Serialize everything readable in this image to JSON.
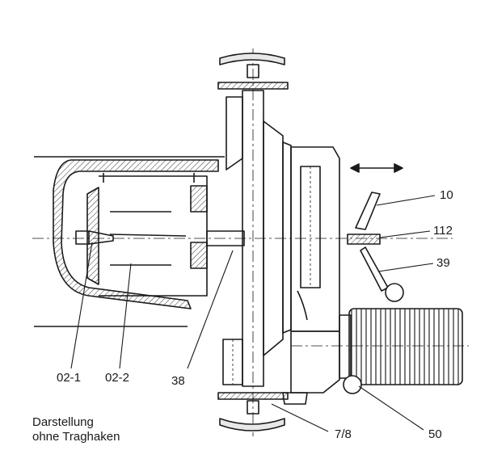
{
  "labels": {
    "l10": "10",
    "l112": "112",
    "l39": "39",
    "l02_1": "02-1",
    "l02_2": "02-2",
    "l38": "38",
    "l7_8": "7/8",
    "l50": "50"
  },
  "caption": {
    "line1": "Darstellung",
    "line2": "ohne Traghaken"
  }
}
